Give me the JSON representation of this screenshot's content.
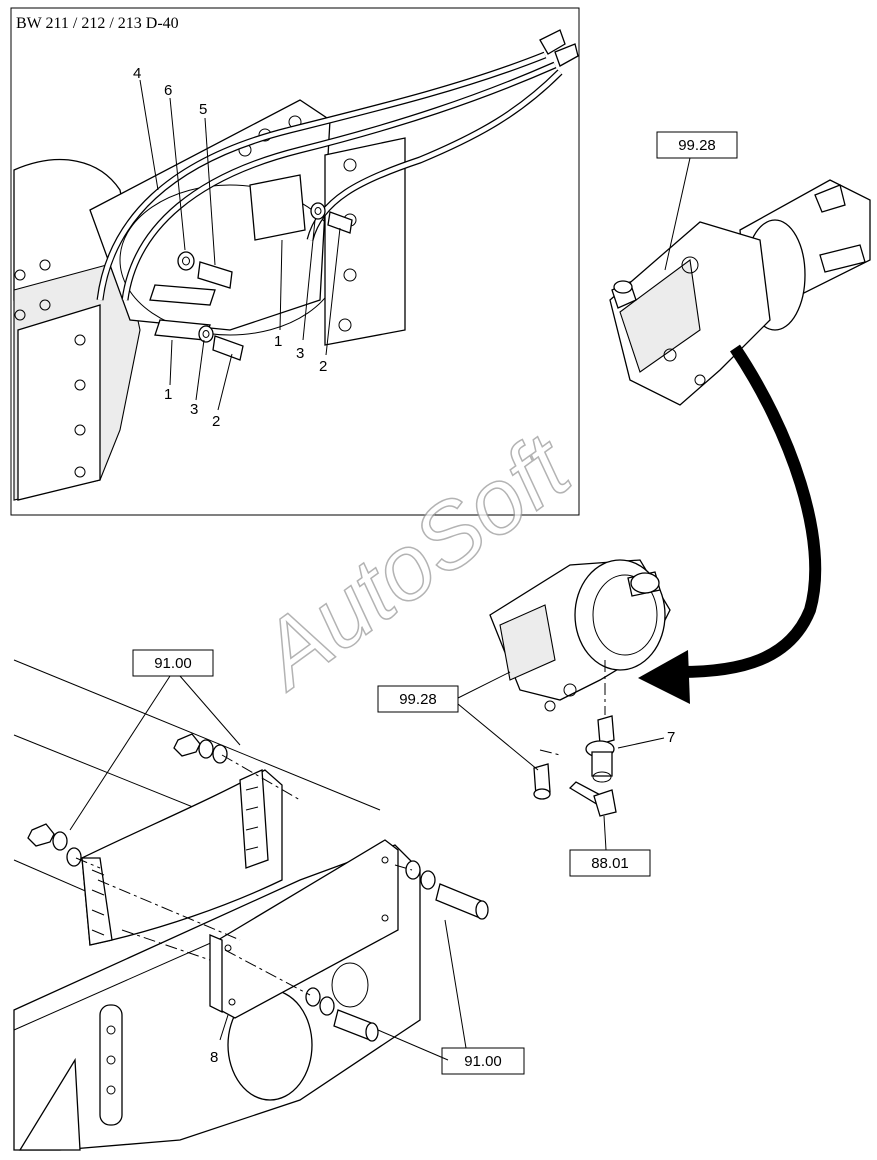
{
  "title": "BW 211 / 212 / 213 D-40",
  "watermark": "AutoSoft",
  "callouts": {
    "c4": "4",
    "c6": "6",
    "c5": "5",
    "c1a": "1",
    "c3a": "3",
    "c2a": "2",
    "c1b": "1",
    "c3b": "3",
    "c2b": "2",
    "c7": "7",
    "c8": "8"
  },
  "refs": {
    "ref_99_28_top": "99.28",
    "ref_99_28_mid": "99.28",
    "ref_88_01": "88.01",
    "ref_91_00_top": "91.00",
    "ref_91_00_bottom": "91.00"
  }
}
